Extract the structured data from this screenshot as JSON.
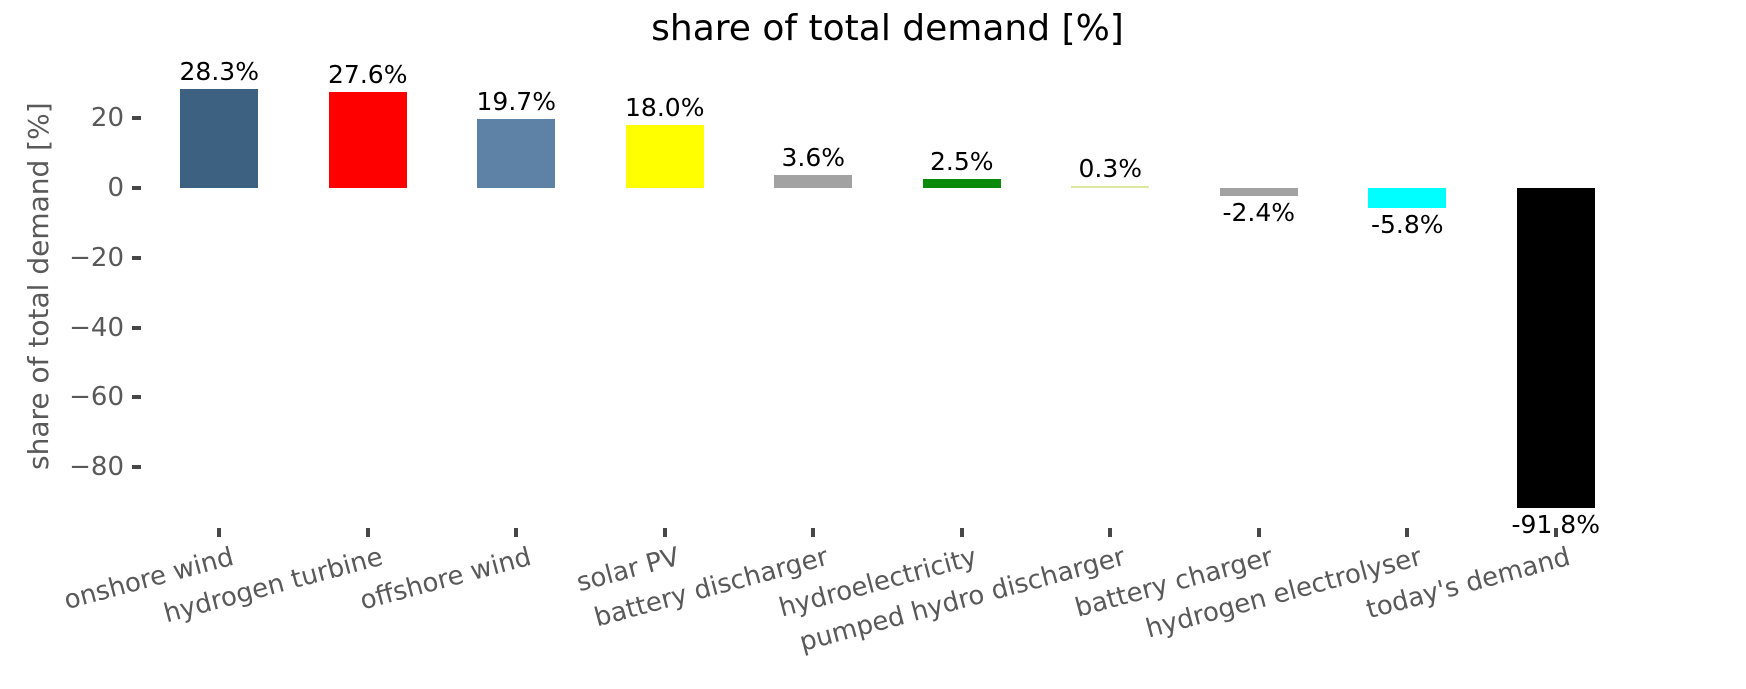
{
  "figure_title": "share of total demand [%]",
  "y_axis": {
    "label": "share of total demand [%]",
    "ticks": [
      {
        "label": "20",
        "value": 20
      },
      {
        "label": "0",
        "value": 0
      },
      {
        "label": "−20",
        "value": -20
      },
      {
        "label": "−40",
        "value": -40
      },
      {
        "label": "−60",
        "value": -60
      },
      {
        "label": "−80",
        "value": -80
      }
    ]
  },
  "chart_data": {
    "type": "bar",
    "title": "share of total demand [%]",
    "xlabel": "",
    "ylabel": "share of total demand [%]",
    "categories": [
      "onshore wind",
      "hydrogen turbine",
      "offshore wind",
      "solar PV",
      "battery discharger",
      "hydroelectricity",
      "pumped hydro discharger",
      "battery charger",
      "hydrogen electrolyser",
      "today's demand"
    ],
    "values": [
      28.3,
      27.6,
      19.7,
      18.0,
      3.6,
      2.5,
      0.3,
      -2.4,
      -5.8,
      -91.8
    ],
    "value_labels": [
      "28.3%",
      "27.6%",
      "19.7%",
      "18.0%",
      "3.6%",
      "2.5%",
      "0.3%",
      "-2.4%",
      "-5.8%",
      "-91.8%"
    ],
    "bar_colors": [
      "#3d6281",
      "#ff0000",
      "#5d82a6",
      "#ffff00",
      "#a2a2a2",
      "#0a8a0a",
      "#dce9a3",
      "#a2a2a2",
      "#00ffff",
      "#000000"
    ],
    "ylim": [
      -97,
      36
    ],
    "grid": false,
    "legend": false,
    "axis_text_color": "#595959",
    "value_label_color": "#000000",
    "x_tick_rotation_deg": 15
  }
}
